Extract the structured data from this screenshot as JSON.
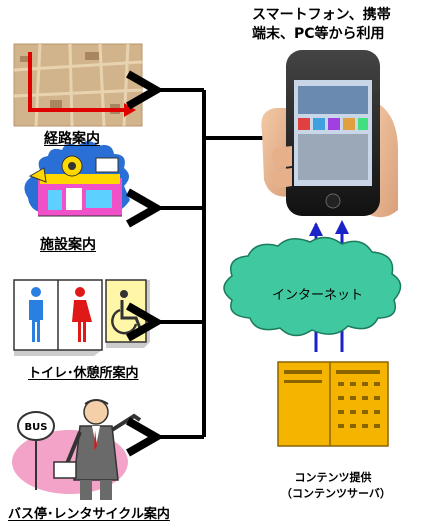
{
  "device_caption": [
    "スマートフォン、携帯",
    "端末、PC等から利用"
  ],
  "services": [
    {
      "label": "経路案内"
    },
    {
      "label": "施設案内"
    },
    {
      "label": "トイレ･休憩所案内"
    },
    {
      "label": "バス停･レンタサイクル案内"
    }
  ],
  "network_label": "インターネット",
  "server_caption": [
    "コンテンツ提供",
    "（コンテンツサーバ）"
  ],
  "bus_sign_text": "BUS",
  "colors": {
    "cloud": "#40c8a0",
    "server": "#f5b400",
    "arrow_blue": "#1a22c8",
    "arrow_black": "#000000"
  }
}
